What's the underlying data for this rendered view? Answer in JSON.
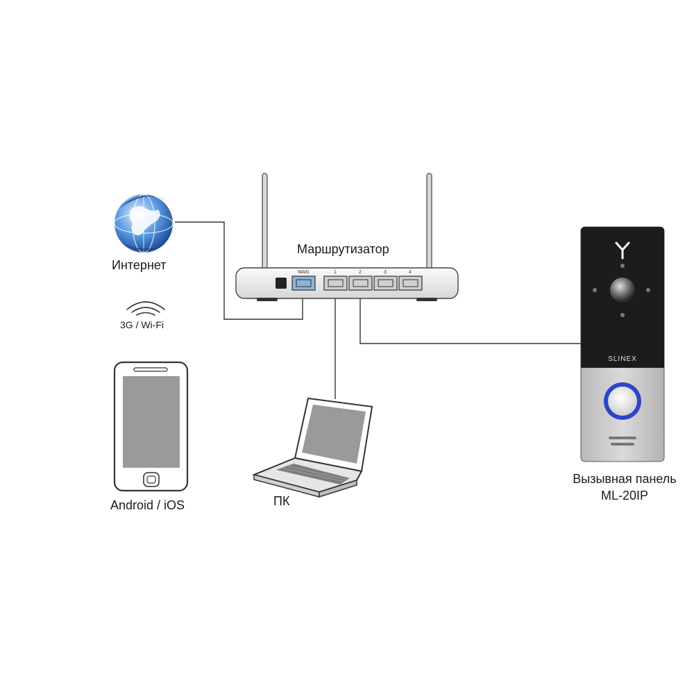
{
  "diagram": {
    "router": {
      "label": "Маршрутизатор",
      "port_labels": [
        "WAN",
        "1",
        "2",
        "3",
        "4"
      ]
    },
    "internet": {
      "label": "Интернет",
      "icon": "globe-icon"
    },
    "wireless": {
      "label": "3G / Wi-Fi",
      "icon": "wifi-icon"
    },
    "smartphone": {
      "label": "Android / iOS",
      "icon": "smartphone-icon"
    },
    "pc": {
      "label": "ПК",
      "icon": "laptop-icon"
    },
    "door_panel": {
      "label_line1": "Вызывная панель",
      "label_line2": "ML-20IP",
      "brand": "SLINEX",
      "icon": "door-panel-icon"
    },
    "colors": {
      "line": "#333333",
      "router_body": "#e9e9e9",
      "wan_port": "#8fb3d4",
      "panel_top": "#1c1c1c",
      "panel_bottom": "#c8c8c8",
      "button_ring": "#2f44c7"
    }
  }
}
